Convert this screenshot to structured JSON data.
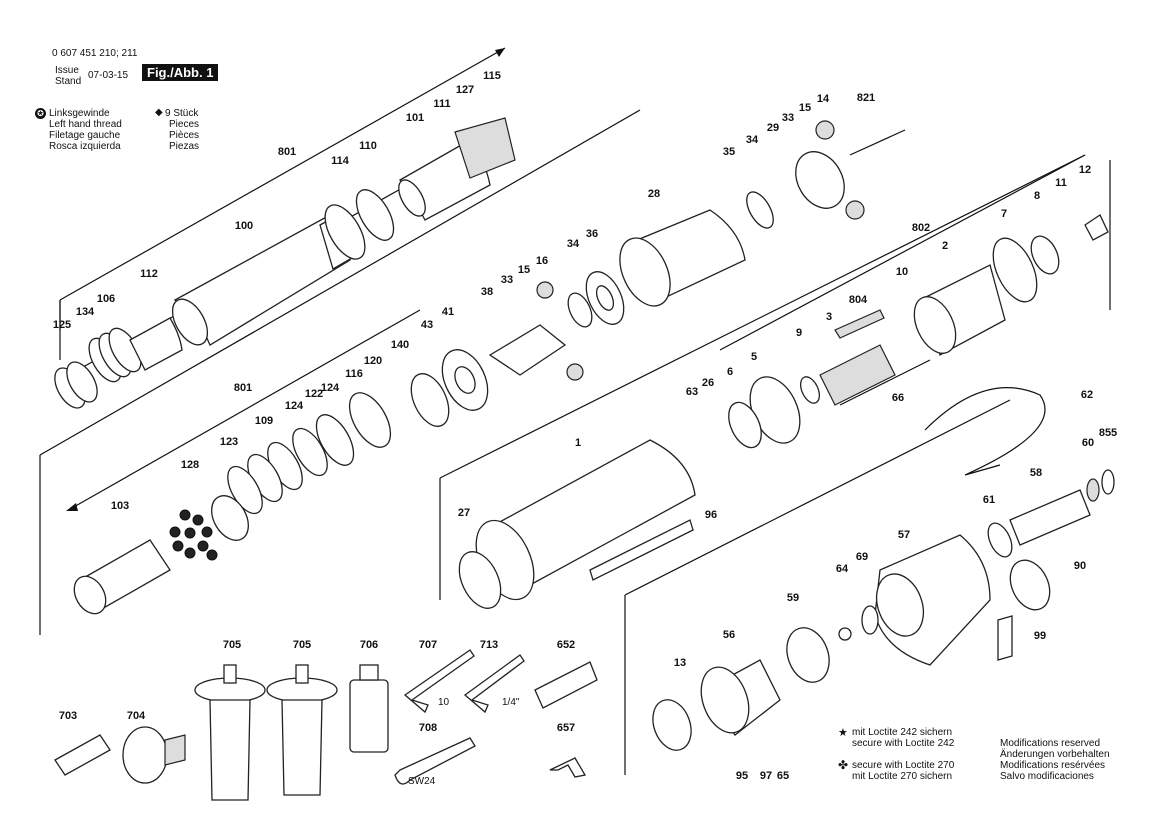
{
  "header": {
    "doc_number": "0 607 451 210; 211",
    "issue_label": "Issue",
    "stand_label": "Stand",
    "date": "07-03-15",
    "figure_label": "Fig./Abb. 1"
  },
  "legend": {
    "left_thread": [
      "Linksgewinde",
      "Left hand thread",
      "Filetage gauche",
      "Rosca izquierda"
    ],
    "pieces": [
      "9 Stück",
      "Pieces",
      "Pièces",
      "Piezas"
    ]
  },
  "notes": {
    "loctite242": [
      "mit Loctite 242 sichern",
      "secure with Loctite 242"
    ],
    "loctite270": [
      "secure with Loctite 270",
      "mit Loctite 270 sichern"
    ],
    "modifications": [
      "Modifications reserved",
      "Änderungen vorbehalten",
      "Modifications resérvées",
      "Salvo modificaciones"
    ]
  },
  "tool_marks": {
    "hex10": "10",
    "hex14": "1/4\"",
    "wrench": "SW24"
  },
  "labels": [
    "0 607 451 210; 211"
  ],
  "part_labels": {
    "a": "127",
    "b": "115",
    "c": "111",
    "d": "101",
    "e": "110",
    "f": "114",
    "g": "801",
    "h": "100",
    "i": "112",
    "j": "106",
    "k": "134",
    "l": "125",
    "m": "821",
    "n": "14",
    "o": "15",
    "p": "33",
    "q": "29",
    "r": "34",
    "s": "35",
    "t": "28",
    "u": "36",
    "v": "34",
    "w": "16",
    "x": "15",
    "y": "33",
    "z": "38",
    "aa": "41",
    "ab": "43",
    "ac": "12",
    "ad": "11",
    "ae": "8",
    "af": "7",
    "ag": "802",
    "ah": "2",
    "ai": "10",
    "aj": "804",
    "ak": "3",
    "al": "9",
    "am": "5",
    "an": "6",
    "ao": "26",
    "ap": "63",
    "aq": "66",
    "ar": "62",
    "as": "855",
    "at": "60",
    "au": "58",
    "av": "61",
    "aw": "90",
    "ax": "57",
    "ay": "69",
    "az": "64",
    "ba": "59",
    "bb": "56",
    "bc": "13",
    "bd": "95",
    "be": "97",
    "bf": "65",
    "bg": "99",
    "bh": "1",
    "bi": "96",
    "bj": "27",
    "bk": "801",
    "bl": "124",
    "bm": "116",
    "bn": "120",
    "bo": "140",
    "bp": "122",
    "bq": "124",
    "br": "109",
    "bs": "123",
    "bt": "128",
    "bu": "103",
    "bv": "705",
    "bw": "705",
    "bx": "706",
    "by": "707",
    "bz": "713",
    "ca": "652",
    "cb": "703",
    "cc": "704",
    "cd": "708",
    "ce": "657"
  },
  "colors": {
    "ink": "#111111",
    "part_fill": "#ffffff",
    "shade": "#dddddd"
  }
}
